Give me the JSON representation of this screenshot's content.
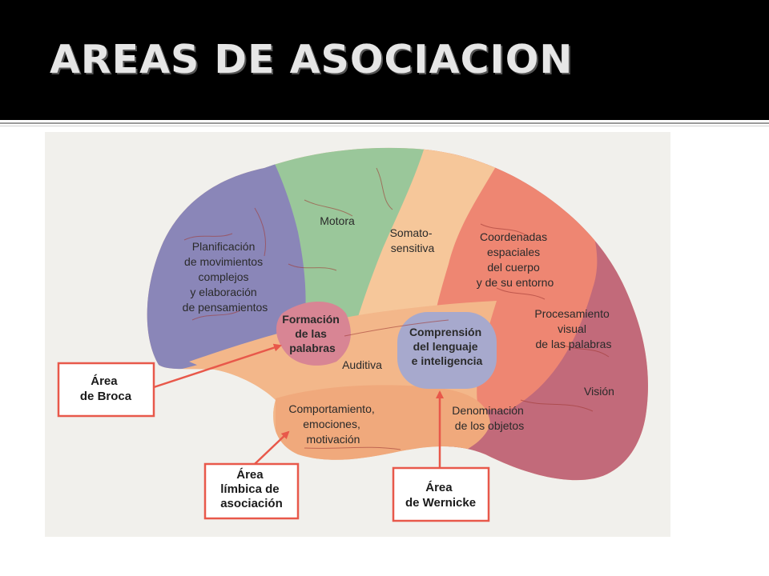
{
  "slide": {
    "title": "AREAS DE ASOCIACION"
  },
  "diagram": {
    "regions": {
      "planificacion": [
        "Planificación",
        "de movimientos",
        "complejos",
        "y elaboración",
        "de pensamientos"
      ],
      "motora": [
        "Motora"
      ],
      "somatosensitiva": [
        "Somato-",
        "sensitiva"
      ],
      "coordenadas": [
        "Coordenadas",
        "espaciales",
        "del cuerpo",
        "y de su entorno"
      ],
      "formacion": [
        "Formación",
        "de las",
        "palabras"
      ],
      "comprension": [
        "Comprensión",
        "del lenguaje",
        "e inteligencia"
      ],
      "procesamiento": [
        "Procesamiento",
        "visual",
        "de las palabras"
      ],
      "auditiva": [
        "Auditiva"
      ],
      "vision": [
        "Visión"
      ],
      "comportamiento": [
        "Comportamiento,",
        "emociones,",
        "motivación"
      ],
      "denominacion": [
        "Denominación",
        "de los objetos"
      ]
    },
    "callouts": {
      "broca": [
        "Área",
        "de Broca"
      ],
      "limbica": [
        "Área",
        "límbica de",
        "asociación"
      ],
      "wernicke": [
        "Área",
        "de Wernicke"
      ]
    },
    "colors": {
      "frontal": "#8a86b8",
      "motor": "#9ac79a",
      "somato": "#f6c79a",
      "parietal": "#ee8672",
      "occipital": "#c26a7a",
      "temporal": "#f3b78a",
      "broca": "#d88594",
      "wernicke": "#a7a9cd",
      "arrow": "#e8584a"
    }
  }
}
